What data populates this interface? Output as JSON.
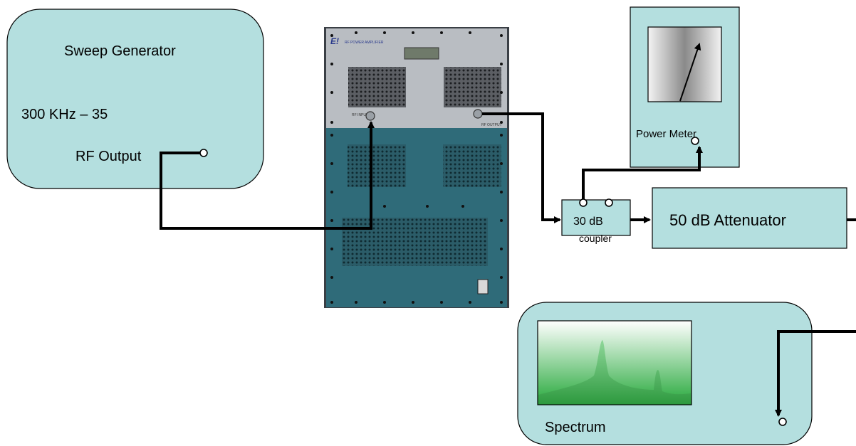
{
  "sweep_generator": {
    "title": "Sweep Generator",
    "range": "300 KHz – 35",
    "output_label": "RF Output"
  },
  "power_meter": {
    "label": "Power Meter"
  },
  "coupler": {
    "label_line1": "30 dB",
    "label_line2": "coupler"
  },
  "attenuator": {
    "label": "50 dB Attenuator"
  },
  "spectrum_analyzer": {
    "label": "Spectrum"
  },
  "amplifier_photo": {
    "brand_logo": "E!",
    "model_text": "RF POWER AMPLIFIER",
    "input_label": "RF INPUT",
    "output_label": "RF OUTPUT"
  },
  "colors": {
    "box_fill": "#b4dfdf",
    "line": "#000000",
    "amp_upper_panel": "#b9bdc2",
    "amp_lower_panel": "#2f6b79",
    "spectrum_green": "#3aa94c"
  }
}
